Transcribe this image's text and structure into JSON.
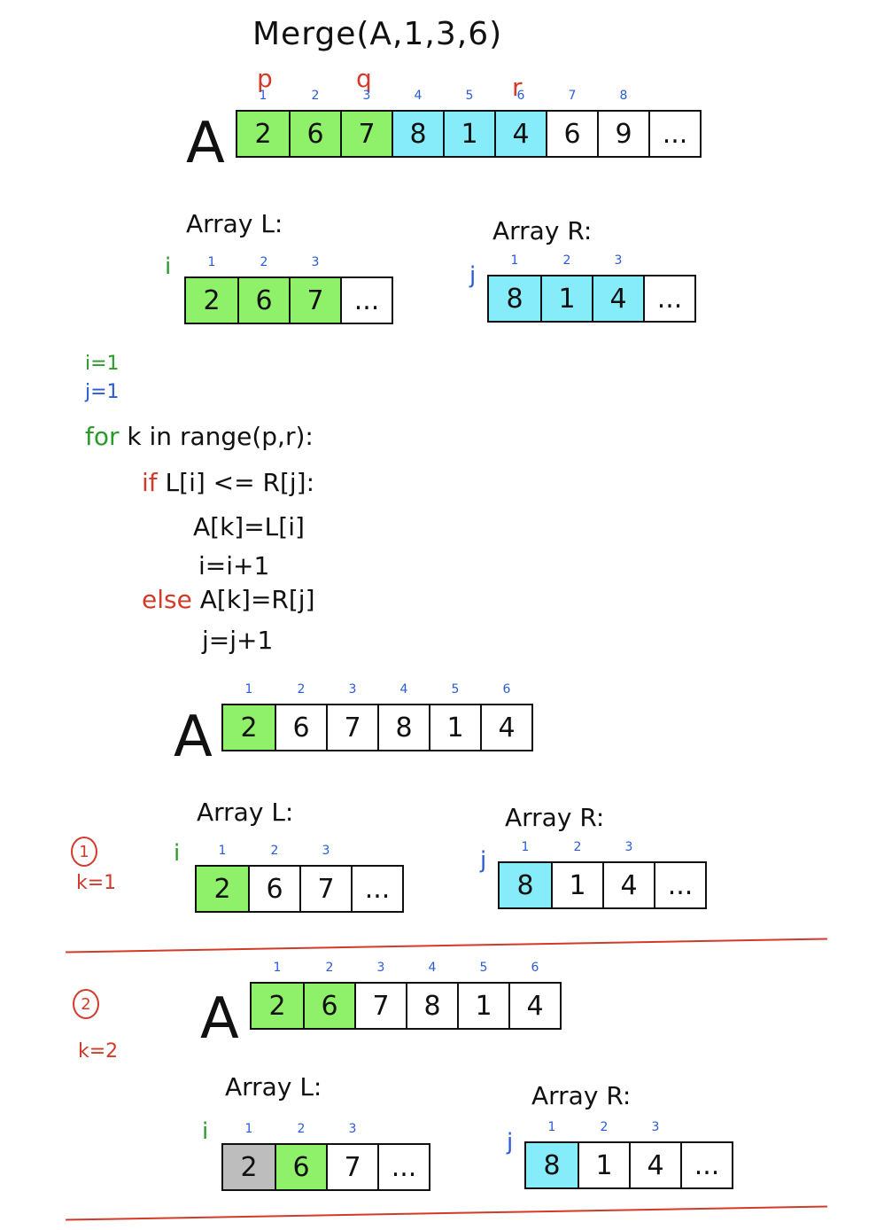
{
  "title": "Merge(A,1,3,6)",
  "pointer_labels": {
    "p": "p",
    "q": "q",
    "r": "r"
  },
  "array_name": "A",
  "labels": {
    "array_l": "Array L:",
    "array_r": "Array R:",
    "i": "i",
    "j": "j"
  },
  "top_array": {
    "indices": [
      "1",
      "2",
      "3",
      "4",
      "5",
      "6",
      "7",
      "8"
    ],
    "cells": [
      "2",
      "6",
      "7",
      "8",
      "1",
      "4",
      "6",
      "9",
      "..."
    ]
  },
  "L_indices": [
    "1",
    "2",
    "3"
  ],
  "R_indices": [
    "1",
    "2",
    "3"
  ],
  "L_cells": [
    "2",
    "6",
    "7",
    "..."
  ],
  "R_cells": [
    "8",
    "1",
    "4",
    "..."
  ],
  "code": {
    "init_i": "i=1",
    "init_j": "j=1",
    "for_kw": "for",
    "for_rest": "k in range(p,r):",
    "if_kw": "if",
    "if_rest": "L[i] <= R[j]:",
    "assign_l": "A[k]=L[i]",
    "inc_i": "i=i+1",
    "else_kw": "else",
    "assign_r": "A[k]=R[j]",
    "inc_j": "j=j+1"
  },
  "mid_array": {
    "indices": [
      "1",
      "2",
      "3",
      "4",
      "5",
      "6"
    ],
    "cells": [
      "2",
      "6",
      "7",
      "8",
      "1",
      "4"
    ]
  },
  "steps": [
    {
      "num": "1",
      "label": "k=1"
    },
    {
      "num": "2",
      "label": "k=2"
    }
  ],
  "colors": {
    "green": "#8ff06a",
    "blue": "#86ecfa",
    "gray": "#bdbdbd",
    "red": "#d23a2a",
    "index_blue": "#2a5bd7"
  }
}
